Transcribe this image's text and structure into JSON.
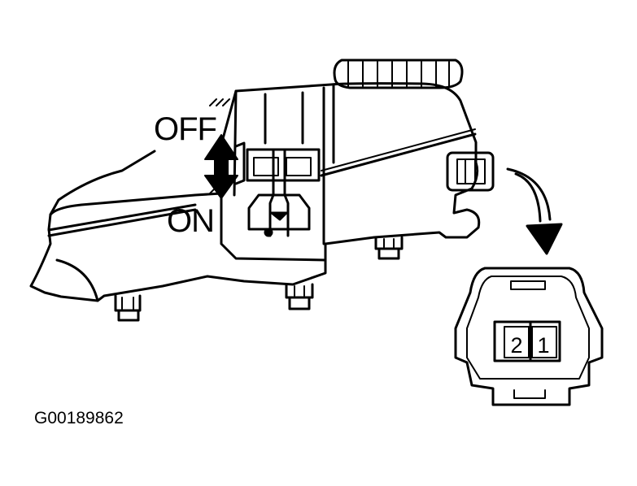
{
  "labels": {
    "off": "OFF",
    "on": "ON",
    "figure_id": "G00189862"
  },
  "connector": {
    "pin_left": "2",
    "pin_right": "1"
  },
  "icons": {
    "switch_direction": "double-arrow-vertical-icon",
    "callout": "curved-arrow-icon"
  },
  "colors": {
    "line": "#000000",
    "background": "#ffffff"
  }
}
